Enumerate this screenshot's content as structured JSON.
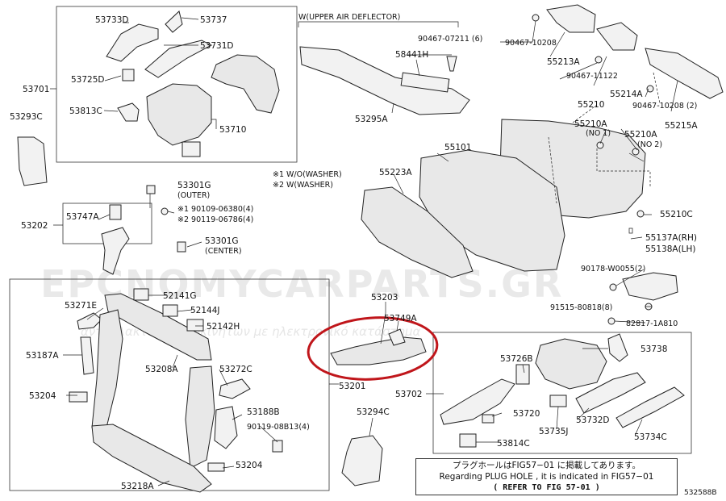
{
  "labels": {
    "p53733D": "53733D",
    "p53737": "53737",
    "p53731D": "53731D",
    "p53701": "53701",
    "p53725D": "53725D",
    "p53813C": "53813C",
    "p53710": "53710",
    "p53293C": "53293C",
    "upper": "W(UPPER AIR DEFLECTOR)",
    "p90467_07211": "90467-07211 (6)",
    "p58441H": "58441H",
    "p53295A": "53295A",
    "p90467_10208": "90467-10208",
    "p55213A": "55213A",
    "p90467_11122": "90467-11122",
    "p55214A": "55214A",
    "p55210": "55210",
    "p90467_10208_2": "90467-10208 (2)",
    "p55215A": "55215A",
    "p55210A_1": "55210A",
    "no1": "(NO 1)",
    "p55210A_2": "55210A",
    "no2": "(NO 2)",
    "p55101": "55101",
    "p55223A": "55223A",
    "p55210C": "55210C",
    "p55137A": "55137A(RH)",
    "p55138A": "55138A(LH)",
    "p90178": "90178-W0055(2)",
    "p91515": "91515-80818(8)",
    "p82817": "82817-1A810",
    "legend1": "※1 W/O(WASHER)",
    "legend2": "※2 W(WASHER)",
    "p53301G_1": "53301G",
    "outer": "(OUTER)",
    "w1": "※1 90109-06380(4)",
    "w2": "※2 90119-06786(4)",
    "p53202": "53202",
    "p53747A": "53747A",
    "p53301G_2": "53301G",
    "center": "(CENTER)",
    "p53271E": "53271E",
    "p52141G": "52141G",
    "p52144J": "52144J",
    "p52142H": "52142H",
    "p53187A": "53187A",
    "p53208A": "53208A",
    "p53272C": "53272C",
    "p53204_1": "53204",
    "p53188B": "53188B",
    "p90119": "90119-08B13(4)",
    "p53204_2": "53204",
    "p53218A": "53218A",
    "p53203": "53203",
    "p53749A": "53749A",
    "p53201": "53201",
    "p53294C": "53294C",
    "p53702": "53702",
    "p53726B": "53726B",
    "p53738": "53738",
    "p53720": "53720",
    "p53732D": "53732D",
    "p53735J": "53735J",
    "p53734C": "53734C",
    "p53814C": "53814C"
  },
  "watermark": {
    "main": "EPCNOMYCARPARTS.GR",
    "sub": "ανταλλακτικά αυτοκινήτων με ηλεκτρονικό κατάστημα"
  },
  "note": {
    "line1": "プラグホールはFIG57−01 に掲載してあります。",
    "line2": "Regarding PLUG HOLE , it is indicated in FIG57−01",
    "line3": "(    REFER TO FIG 57-01    )"
  },
  "figure_code": "532588B",
  "colors": {
    "line": "#222222",
    "highlight": "#c0161b",
    "watermark": "#e9e9e9"
  }
}
